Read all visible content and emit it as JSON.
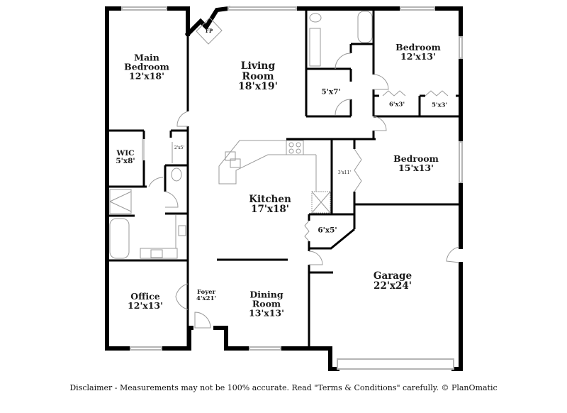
{
  "plan": {
    "rooms": {
      "main_bedroom": {
        "name": "Main Bedroom",
        "name_l1": "Main",
        "name_l2": "Bedroom",
        "dims": "12'x18'"
      },
      "living_room": {
        "name_l1": "Living",
        "name_l2": "Room",
        "dims": "18'x19'"
      },
      "fireplace": {
        "label": "FP"
      },
      "bedroom_ne": {
        "name": "Bedroom",
        "dims": "12'x13'"
      },
      "closet_5x7": {
        "dims": "5'x7'"
      },
      "closet_6x3": {
        "dims": "6'x3'"
      },
      "closet_5x3": {
        "dims": "5'x3'"
      },
      "wic": {
        "name": "WIC",
        "dims": "5'x8'"
      },
      "closet_2x5": {
        "dims": "2'x5'"
      },
      "kitchen": {
        "name": "Kitchen",
        "dims": "17'x18'"
      },
      "closet_3x11": {
        "dims": "3'x11'"
      },
      "bedroom_e": {
        "name": "Bedroom",
        "dims": "15'x13'"
      },
      "laundry_6x5": {
        "dims": "6'x5'"
      },
      "garage": {
        "name": "Garage",
        "dims": "22'x24'"
      },
      "office": {
        "name": "Office",
        "dims": "12'x13'"
      },
      "foyer": {
        "name": "Foyer",
        "dims": "4'x21'"
      },
      "dining_room": {
        "name_l1": "Dining",
        "name_l2": "Room",
        "dims": "13'x13'"
      }
    },
    "colors": {
      "wall": "#000000",
      "fixture": "#9a9a9a",
      "window": "#b5b5b5",
      "background": "#ffffff"
    }
  },
  "footer": {
    "disclaimer": "Disclaimer - Measurements may not be 100% accurate. Read \"Terms & Conditions\" carefully. © PlanOmatic"
  }
}
